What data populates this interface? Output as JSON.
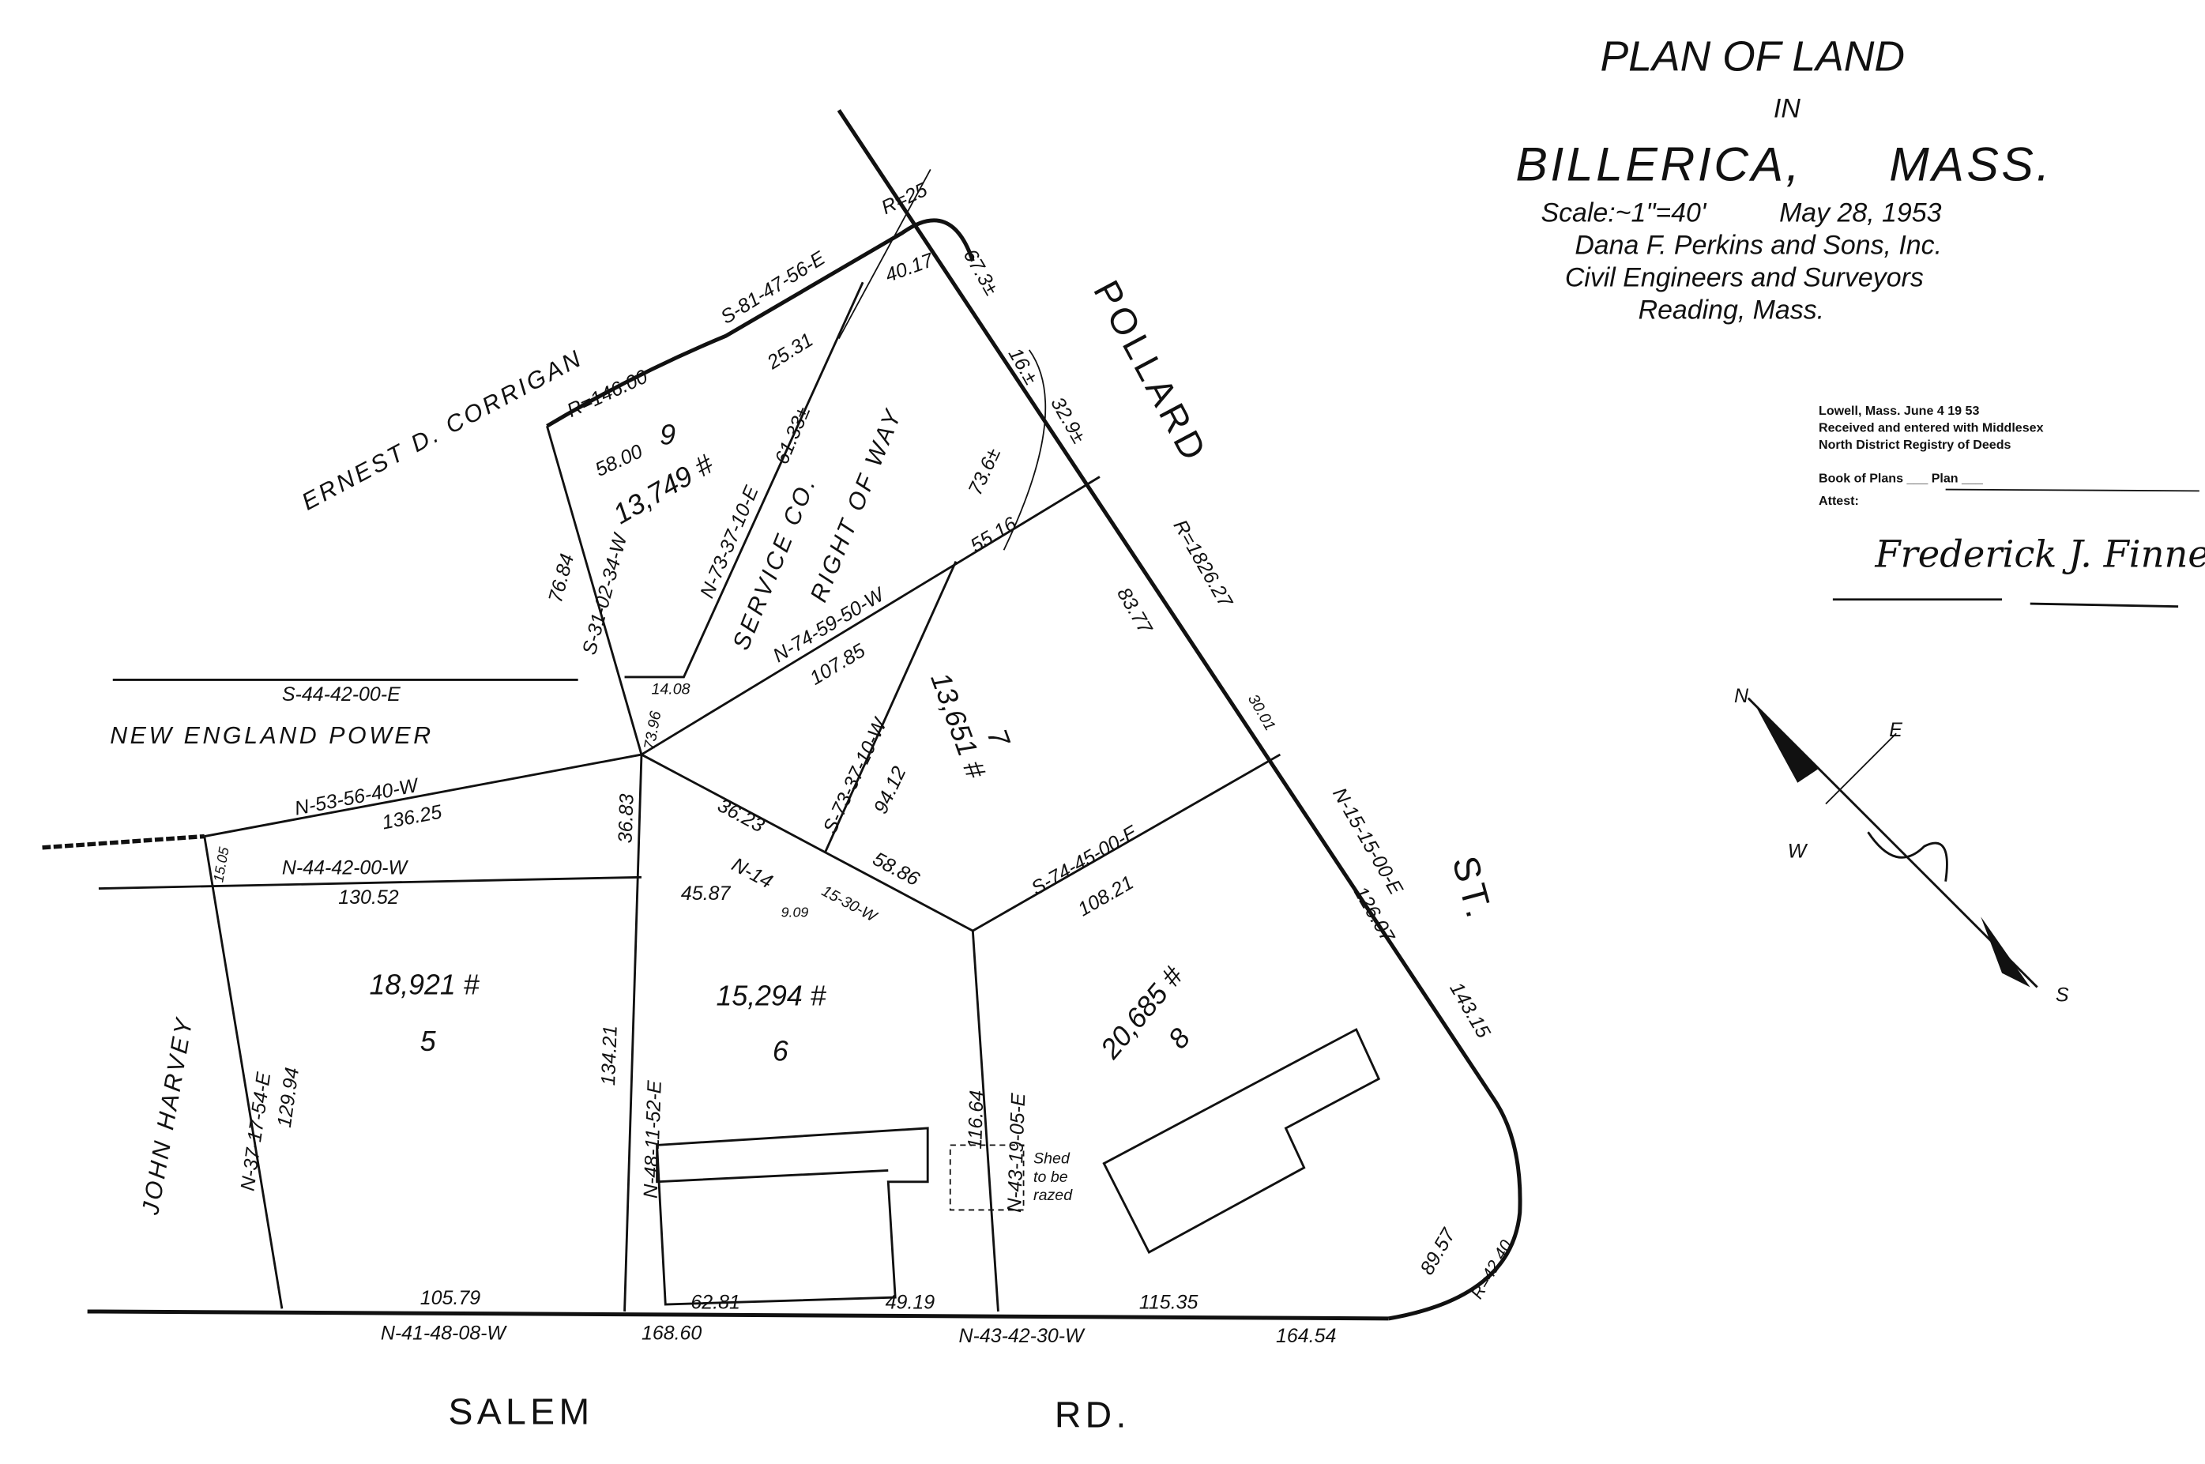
{
  "title": {
    "line1": "PLAN OF LAND",
    "line2": "IN",
    "town": "BILLERICA,",
    "state": "MASS.",
    "scale": "Scale:~1\"=40'",
    "date": "May 28, 1953",
    "firm": "Dana F. Perkins and Sons, Inc.",
    "profession": "Civil Engineers and Surveyors",
    "location": "Reading, Mass."
  },
  "recording_stamp": {
    "line1": "Lowell, Mass. June 4 19 53",
    "line2": "Received and entered with Middlesex",
    "line3": "North District Registry of Deeds",
    "line4": "Book of Plans ___ Plan ___",
    "line5": "Attest:",
    "signature": "Frederick J. Finnegan"
  },
  "streets": {
    "pollard": "POLLARD",
    "st": "ST.",
    "salem": "SALEM",
    "rd": "RD."
  },
  "abutters": {
    "corrigan": "ERNEST D. CORRIGAN",
    "nep": "NEW ENGLAND POWER",
    "harvey": "JOHN HARVEY",
    "service_co": "SERVICE CO.",
    "row": "RIGHT OF WAY"
  },
  "lots": {
    "lot9": {
      "number": "9",
      "area": "13,749 #"
    },
    "lot7": {
      "number": "7",
      "area": "13,651 #"
    },
    "lot5": {
      "number": "5",
      "area": "18,921 #"
    },
    "lot6": {
      "number": "6",
      "area": "15,294 #"
    },
    "lot8": {
      "number": "8",
      "area": "20,685 #"
    }
  },
  "shed": {
    "l1": "Shed",
    "l2": "to be",
    "l3": "razed"
  },
  "compass": {
    "n": "N",
    "e": "E",
    "s": "S",
    "w": "W"
  },
  "dims": {
    "r146": "R=146.00",
    "d5800": "58.00",
    "s81": "S-81-47-56-E",
    "d2531": "25.31",
    "r25": "R=25",
    "d4017": "40.17",
    "d673": "67.3±",
    "d16": "16.±",
    "d329": "32.9±",
    "n73": "N-73-37-10-E",
    "d6133": "61.33±",
    "s31": "S-31-02-34-W",
    "d7684": "76.84",
    "d1408": "14.08",
    "d7396": "73.96",
    "n74": "N-74-59-50-W",
    "d10785": "107.85",
    "d5516": "55.16",
    "d736": "73.6±",
    "r1826": "R=1826.27",
    "d8377": "83.77",
    "s44": "S-44-42-00-E",
    "n53": "N-53-56-40-W",
    "d13625": "136.25",
    "d3683": "36.83",
    "d3623": "36.23",
    "n14": "N-14",
    "d9412": "94.12",
    "s73": "S-73-37-10-W",
    "d3001": "30.01",
    "s74": "S-74-45-00-E",
    "d10821": "108.21",
    "n44": "N-44-42-00-W",
    "d13052": "130.52",
    "d4587": "45.87",
    "d5886": "58.86",
    "d1530": "15-30-W",
    "d909": "9.09",
    "d1505": "15.05",
    "n15": "N-15-15-00-E",
    "d12607": "126.07",
    "d14315": "143.15",
    "n37": "N-37-17-54-E",
    "d12994": "129.94",
    "d13421": "134.21",
    "n48": "N-48-11-52-E",
    "d11664": "116.64",
    "n43": "N-43-19-05-E",
    "d10579": "105.79",
    "d6281": "62.81",
    "d4919": "49.19",
    "d11535": "115.35",
    "n41": "N-41-48-08-W",
    "d16860": "168.60",
    "n4342": "N-43-42-30-W",
    "d16454": "164.54",
    "d8957": "89.57",
    "r4240": "R=42.40"
  }
}
